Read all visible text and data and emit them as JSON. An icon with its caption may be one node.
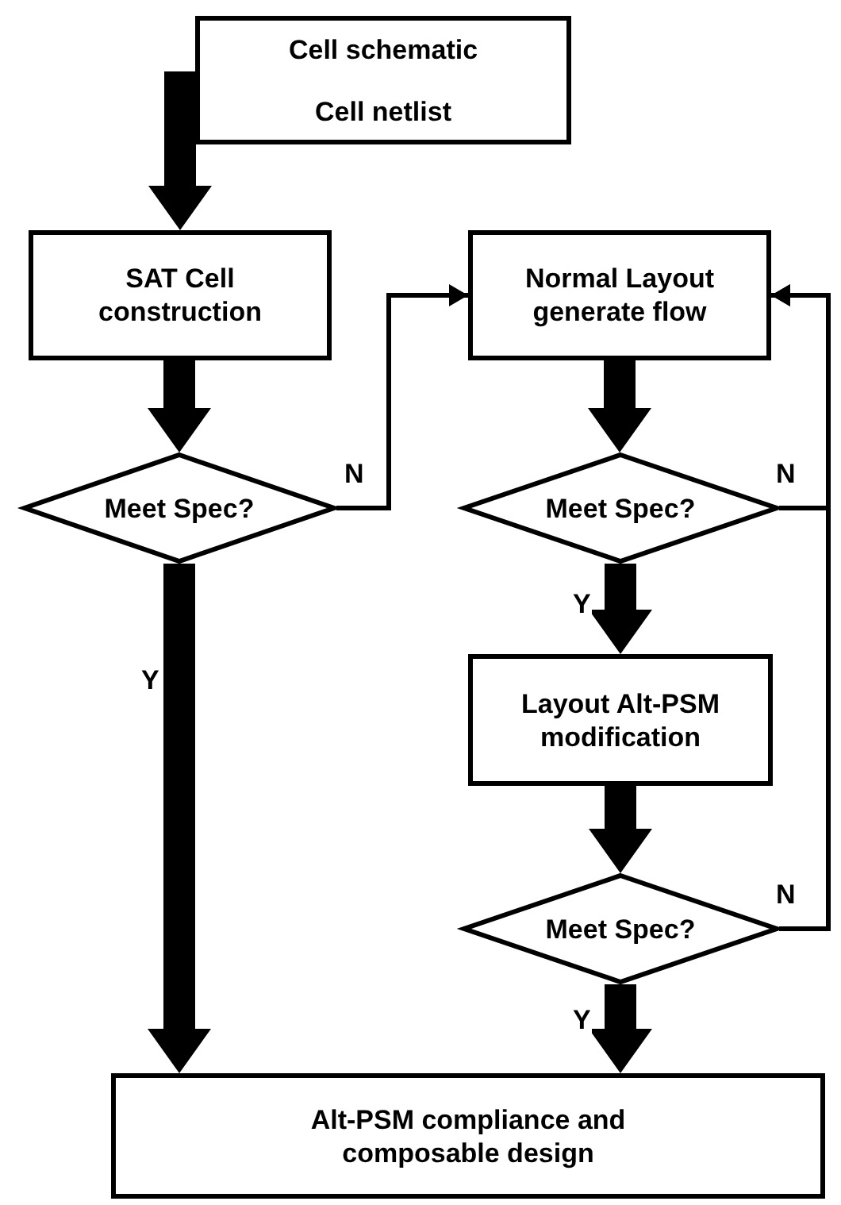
{
  "diagram": {
    "nodes": [
      {
        "text": [
          "Cell schematic",
          "Cell netlist"
        ]
      },
      {
        "text": [
          "SAT Cell construction"
        ]
      },
      {
        "text": [
          "Normal Layout generate flow"
        ]
      },
      {
        "text": [
          "Meet Spec?"
        ]
      },
      {
        "text": [
          "Meet Spec?"
        ]
      },
      {
        "text": [
          "Layout Alt-PSM modification"
        ]
      },
      {
        "text": [
          "Meet Spec?"
        ]
      },
      {
        "text": [
          "Alt-PSM compliance and composable design"
        ]
      }
    ],
    "edges": [
      {
        "from": 0,
        "to": 1,
        "arrow": "to",
        "style": "thick"
      },
      {
        "from": 1,
        "to": 3,
        "arrow": "to",
        "style": "thick"
      },
      {
        "from": 3,
        "to": 2,
        "arrow": "to",
        "label": "N"
      },
      {
        "from": 3,
        "to": 7,
        "arrow": "to",
        "label": "Y",
        "style": "thick"
      },
      {
        "from": 2,
        "to": 4,
        "arrow": "to",
        "style": "thick"
      },
      {
        "from": 4,
        "to": 5,
        "arrow": "to",
        "label": "Y",
        "style": "thick"
      },
      {
        "from": 5,
        "to": 6,
        "arrow": "to",
        "style": "thick"
      },
      {
        "from": 6,
        "to": 7,
        "arrow": "to",
        "label": "Y",
        "style": "thick"
      },
      {
        "from": 4,
        "to": 2,
        "arrow": "to",
        "label": "N"
      },
      {
        "from": 6,
        "to": 2,
        "arrow": "to",
        "label": "N"
      }
    ]
  }
}
